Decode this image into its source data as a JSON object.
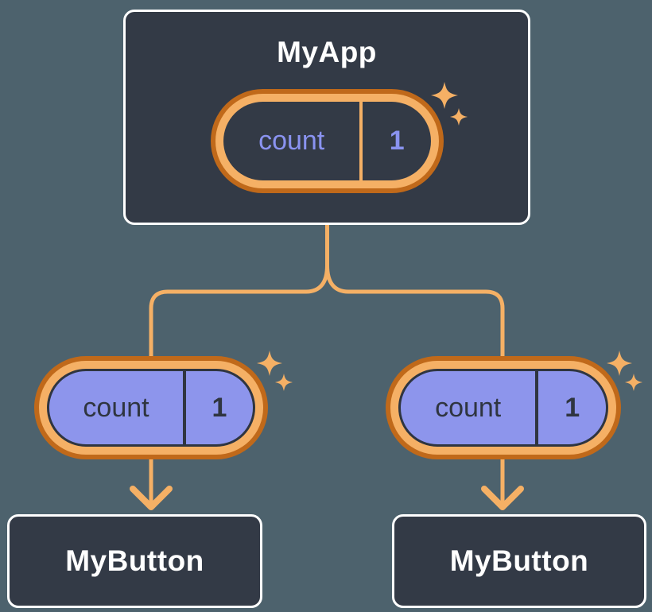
{
  "colors": {
    "page-bg": "#4d626d",
    "card-bg": "#333a46",
    "card-border": "#ffffff",
    "accent-light": "#f5b065",
    "accent-dark": "#c0691a",
    "purple-fill": "#8d95ec",
    "purple-text": "#8a93f0",
    "ink": "#2f3540",
    "text-white": "#ffffff"
  },
  "tree": {
    "root": {
      "title": "MyApp",
      "state": {
        "name": "count",
        "value": "1"
      }
    },
    "children": [
      {
        "title": "MyButton",
        "prop": {
          "name": "count",
          "value": "1"
        }
      },
      {
        "title": "MyButton",
        "prop": {
          "name": "count",
          "value": "1"
        }
      }
    ]
  }
}
